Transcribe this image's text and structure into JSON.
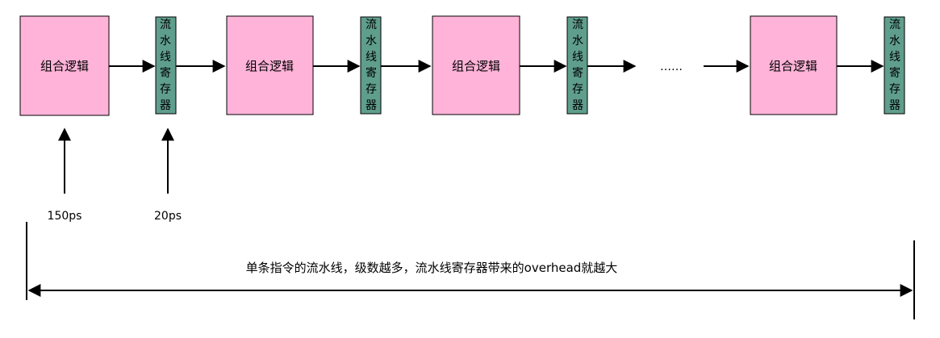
{
  "colors": {
    "logic_fill": "#ffb3d9",
    "logic_stroke": "#000000",
    "register_fill": "#5f9e8d",
    "register_stroke": "#000000",
    "line": "#000000"
  },
  "stages": {
    "logic_label": "组合逻辑",
    "register_label": "流水线寄存器"
  },
  "ellipsis": "……",
  "annotations": {
    "logic_delay": "150ps",
    "register_delay": "20ps"
  },
  "span_label": "单条指令的流水线，级数越多，流水线寄存器带来的overhead就越大"
}
